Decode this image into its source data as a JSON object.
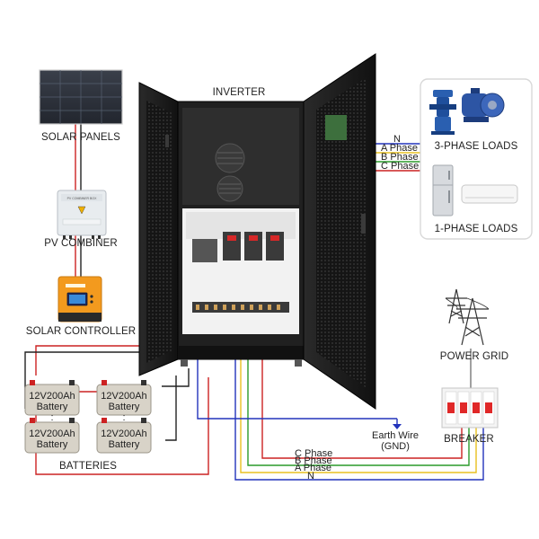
{
  "labels": {
    "inverter": "INVERTER",
    "solar_panels": "SOLAR PANELS",
    "pv_combiner": "PV COMBINER",
    "solar_controller": "SOLAR CONTROLLER",
    "batteries": "BATTERIES",
    "three_phase_loads": "3-PHASE LOADS",
    "one_phase_loads": "1-PHASE LOADS",
    "power_grid": "POWER GRID",
    "breaker": "BREAKER",
    "earth_wire_line1": "Earth Wire",
    "earth_wire_line2": "(GND)"
  },
  "top_wires": {
    "n": "N",
    "a": "A Phase",
    "b": "B Phase",
    "c": "C Phase"
  },
  "bottom_wires": {
    "c": "C Phase",
    "b": "B Phase",
    "a": "A Phase",
    "n": "N"
  },
  "battery": {
    "rating": "12V200Ah",
    "name": "Battery",
    "dots": ":"
  },
  "combiner_caption": "PV COMBINER BOX",
  "colors": {
    "n": "#2233bb",
    "a_phase": "#e8c020",
    "b_phase": "#2a9a2a",
    "c_phase": "#cc2222",
    "cabinet": "#1d1d1d",
    "combiner": "#e8ecef",
    "controller": "#f39a1e",
    "loads_border": "#d8d8d8"
  }
}
